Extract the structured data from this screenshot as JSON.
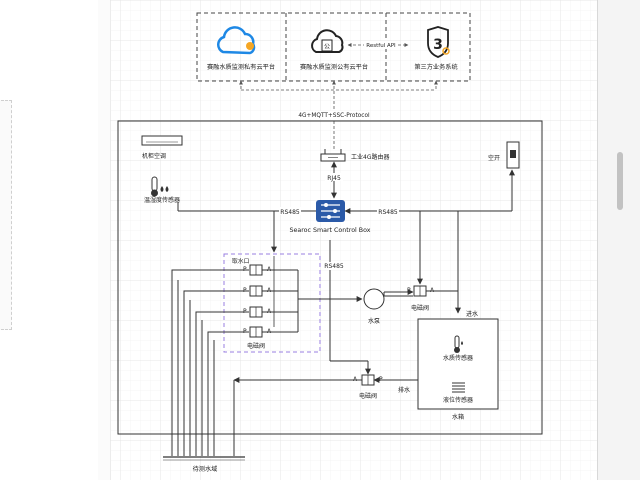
{
  "cloud": {
    "private": "赛融水质监测私有云平台",
    "public": "赛融水质监测公有云平台",
    "third": "第三方业务系统",
    "restful": "Restful API",
    "protocol": "4G+MQTT+SSC-Protocol"
  },
  "devices": {
    "ac": "机柜空调",
    "temp_hum": "温湿度传感器",
    "router": "工业4G路由器",
    "breaker": "空开",
    "rj45": "RJ45",
    "controller": "Searoc Smart Control Box",
    "rs485_left": "RS485",
    "rs485_right": "RS485",
    "rs485_mid": "RS485"
  },
  "valves": {
    "p": "P",
    "a": "A",
    "intake": "取水口",
    "valve_label": "电磁阀",
    "pump": "水泵",
    "water_in": "进水",
    "drain": "排水"
  },
  "tank": {
    "quality_sensor": "水质传感器",
    "level_sensor": "液位传感器",
    "tank_label": "水箱"
  },
  "basin": "待测水域",
  "colors": {
    "line": "#333333",
    "dashed_box": "#555555",
    "purple_dash": "#9a7fe0",
    "cloud_blue": "#1e88e5",
    "controller_blue": "#2b5aa8",
    "accent_orange": "#f5a623"
  },
  "icons": [
    "cloud-icon",
    "public-cloud-icon",
    "shield-3-icon",
    "ac-icon",
    "thermometer-icon",
    "router-icon",
    "breaker-icon",
    "controller-icon",
    "pump-icon",
    "valve-icon",
    "thermometer-sensor-icon",
    "level-sensor-icon"
  ]
}
